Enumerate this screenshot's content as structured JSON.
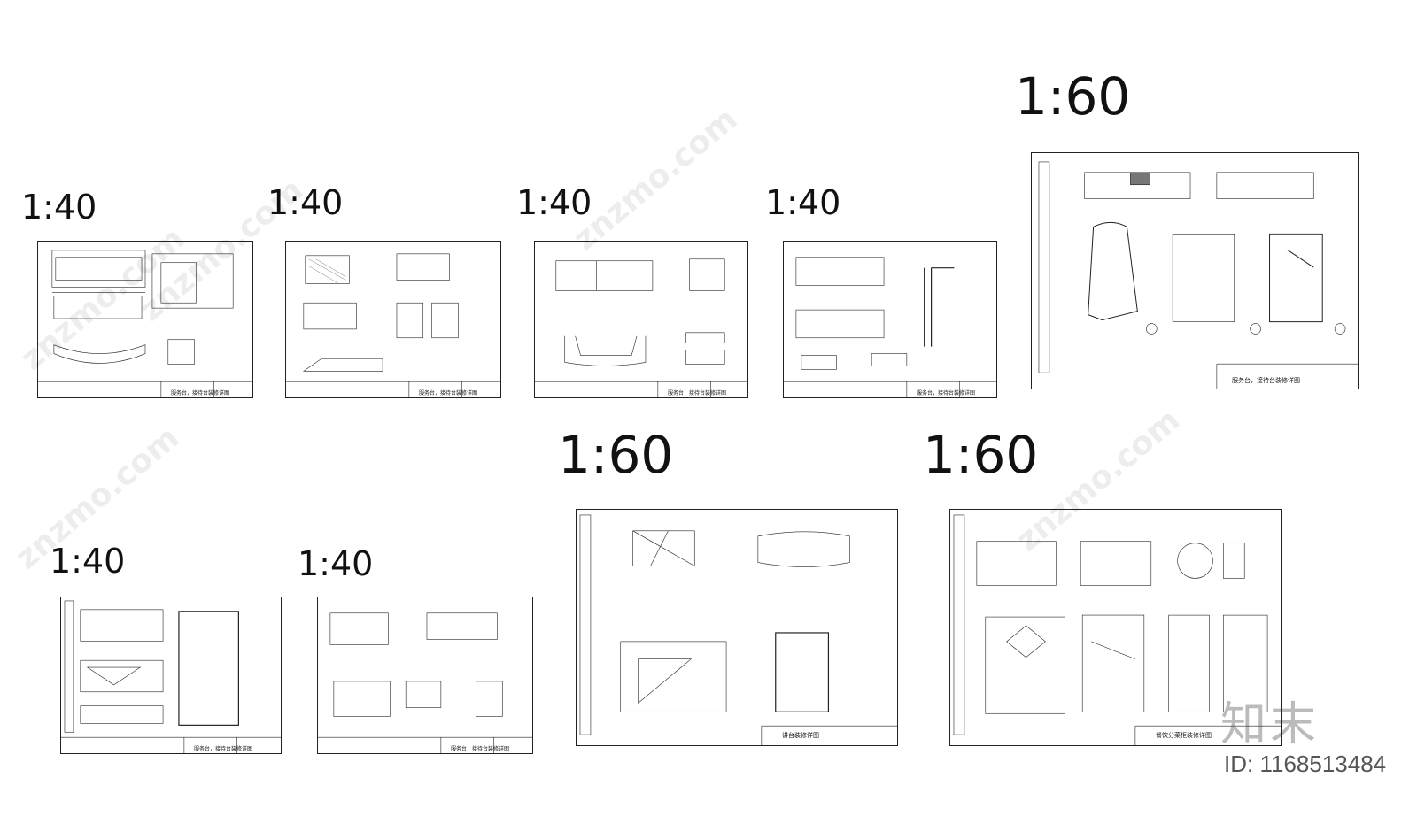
{
  "scales": [
    "1:40",
    "1:40",
    "1:40",
    "1:40",
    "1:60",
    "1:40",
    "1:40",
    "1:60",
    "1:60"
  ],
  "sheets": [
    {
      "title": "服务台，接待台装修详图"
    },
    {
      "title": "服务台，接待台装修详图"
    },
    {
      "title": "服务台，接待台装修详图"
    },
    {
      "title": "服务台，接待台装修详图"
    },
    {
      "title": "服务台，接待台装修详图"
    },
    {
      "title": "服务台，接待台装修详图"
    },
    {
      "title": "服务台，接待台装修详图"
    },
    {
      "title": "讲台装修详图"
    },
    {
      "title": "餐饮分菜柜装修详图"
    }
  ],
  "watermark": "znzmo.com",
  "brand": "知末",
  "id_label": "ID: 1168513484"
}
